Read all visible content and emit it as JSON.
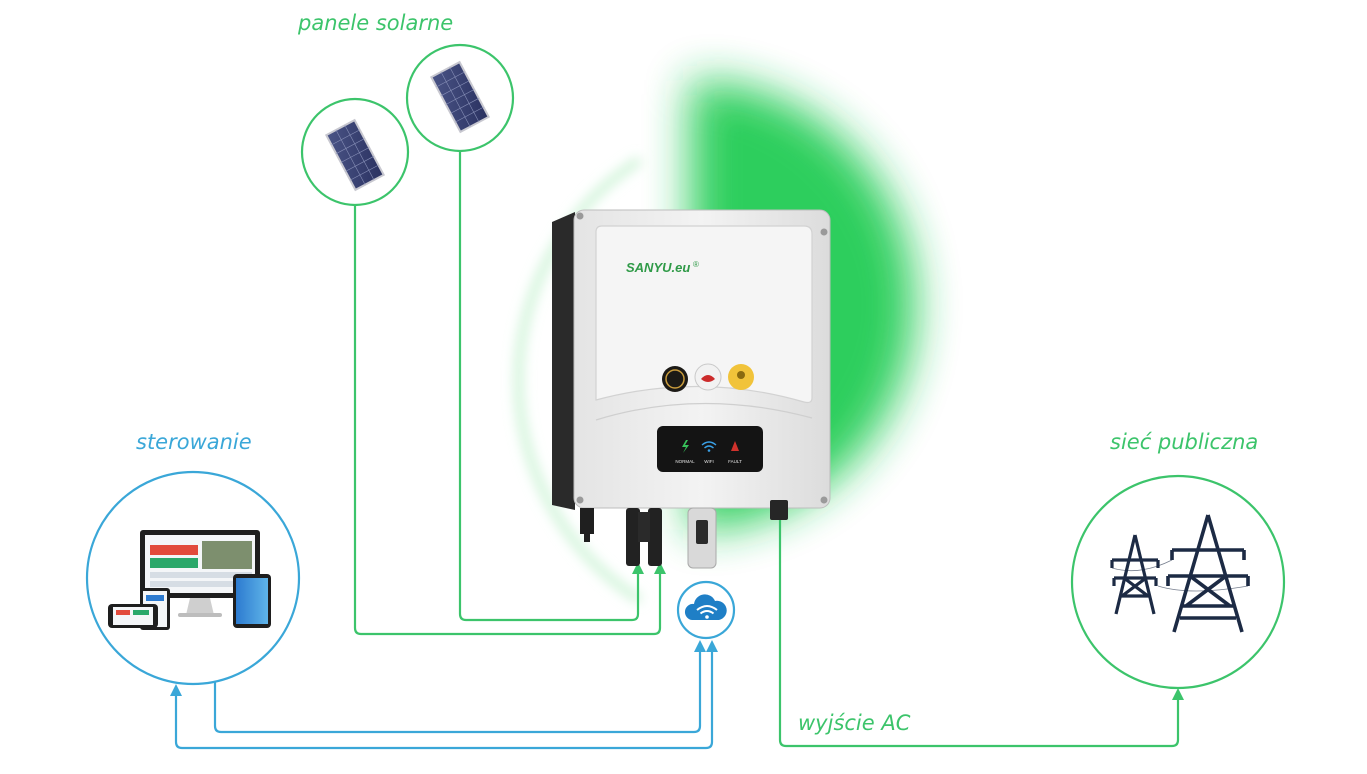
{
  "labels": {
    "solar_panels": "panele solarne",
    "control": "sterowanie",
    "public_grid": "sieć publiczna",
    "ac_output": "wyjście AC"
  },
  "inverter": {
    "brand": "SANYU.eu",
    "brand_mark": "®",
    "leds": [
      "NORMAL",
      "WIFI",
      "FAULT"
    ]
  },
  "colors": {
    "green": "#3cc46b",
    "blue": "#3aa7d8",
    "glow": "#22cc55",
    "tower": "#1c2a44"
  }
}
